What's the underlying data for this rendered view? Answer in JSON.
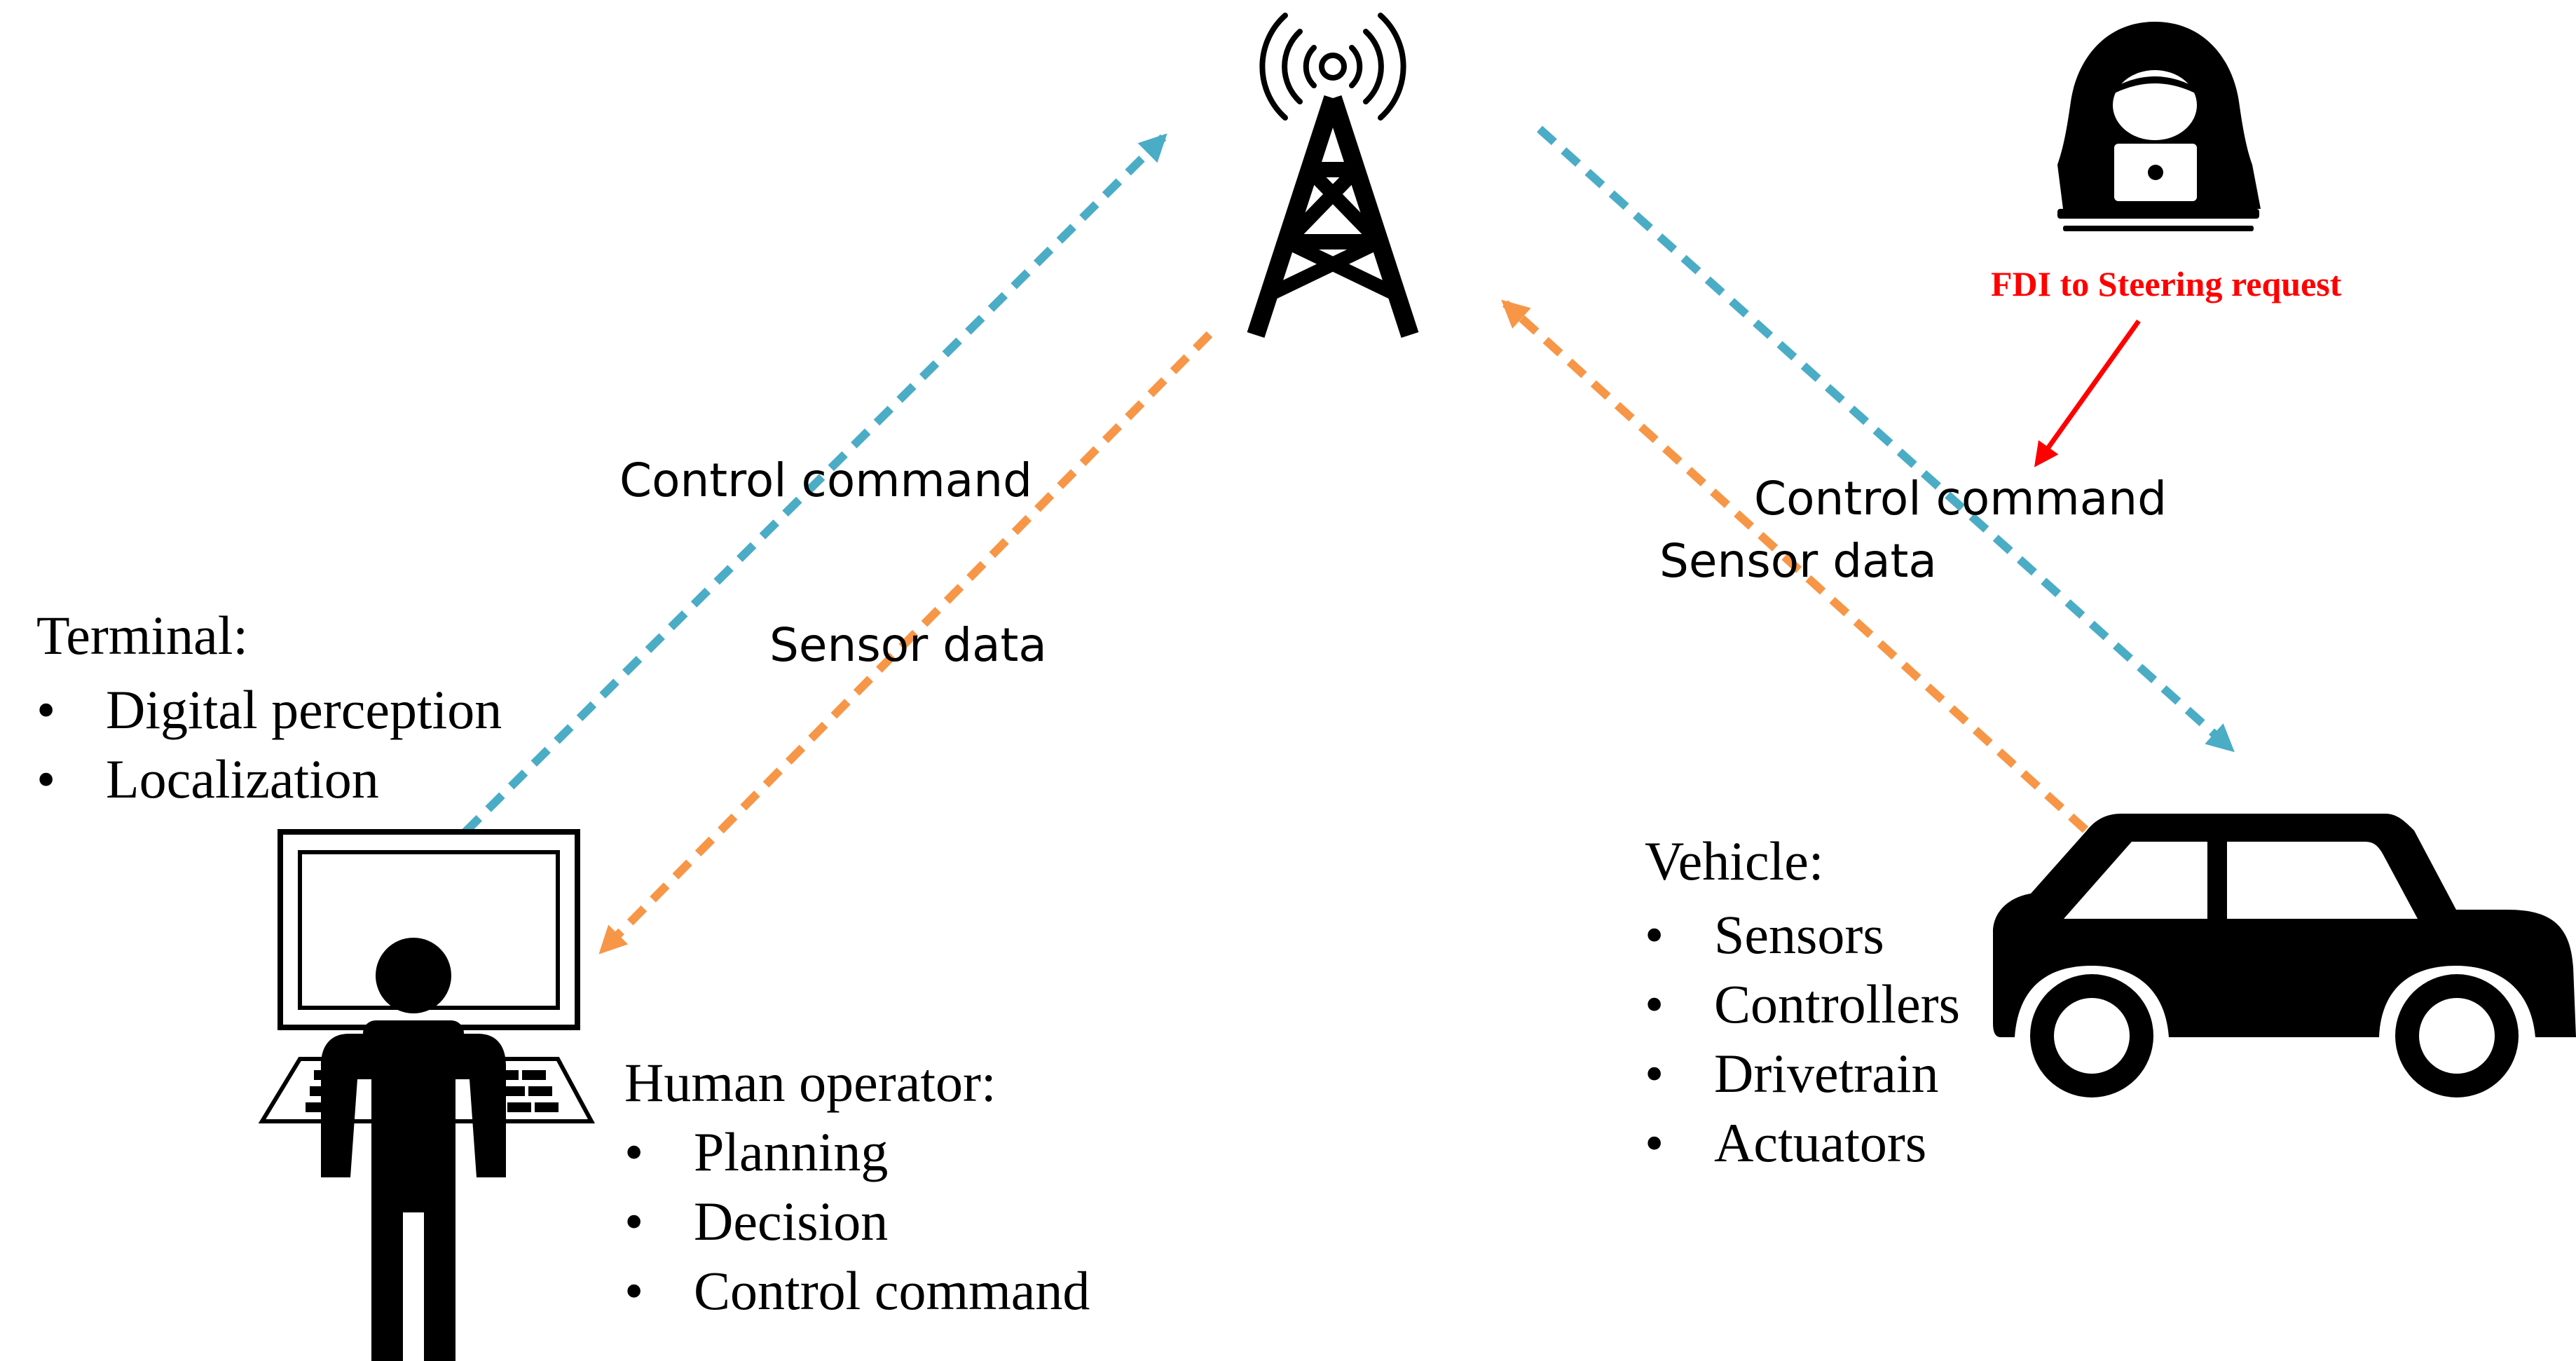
{
  "colors": {
    "control_arrow": "#4BACC6",
    "sensor_arrow": "#F79646",
    "attack_arrow": "#FF0000",
    "icon": "#000000",
    "background": "#FFFFFF"
  },
  "icons": [
    "radio-tower-icon",
    "hacker-icon",
    "computer-terminal-icon",
    "human-operator-icon",
    "car-icon"
  ],
  "connections": {
    "left_control_label": "Control command",
    "left_sensor_label": "Sensor data",
    "right_control_label": "Control command",
    "right_sensor_label": "Sensor data"
  },
  "attack": {
    "label": "FDI to Steering request"
  },
  "terminal": {
    "title": "Terminal:",
    "items": [
      "Digital perception",
      "Localization"
    ]
  },
  "operator": {
    "title": "Human operator:",
    "items": [
      "Planning",
      "Decision",
      "Control command"
    ]
  },
  "vehicle": {
    "title": "Vehicle:",
    "items": [
      "Sensors",
      "Controllers",
      "Drivetrain",
      "Actuators"
    ]
  }
}
